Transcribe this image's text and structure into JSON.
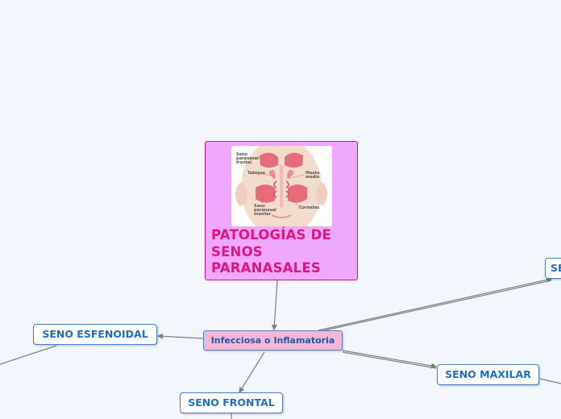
{
  "central": {
    "title": "PATOLOGÍAS DE SENOS PARANASALES",
    "image_labels": {
      "frontal": [
        "Seno",
        "paranasal",
        "frontal"
      ],
      "tabique": "Tabique",
      "meato": [
        "Meato",
        "medio"
      ],
      "maxilar": [
        "Seno",
        "paranasal",
        "maxilar"
      ],
      "cornetes": "Cornetes"
    }
  },
  "main_topic": {
    "label": "Infecciosa o Inflamatoria"
  },
  "subtopics": {
    "esfenoidal": "SENO ESFENOIDAL",
    "maxilar": "SENO MAXILAR",
    "frontal": "SENO FRONTAL",
    "offscreen_right": "SE"
  },
  "colors": {
    "background": "#f3f6fc",
    "central_fill": "#f0a8ff",
    "central_title": "#e2167a",
    "main_fill": "#f7b6d6",
    "subtopic_text": "#1f6fc4",
    "connector": "#7f7f7f"
  }
}
